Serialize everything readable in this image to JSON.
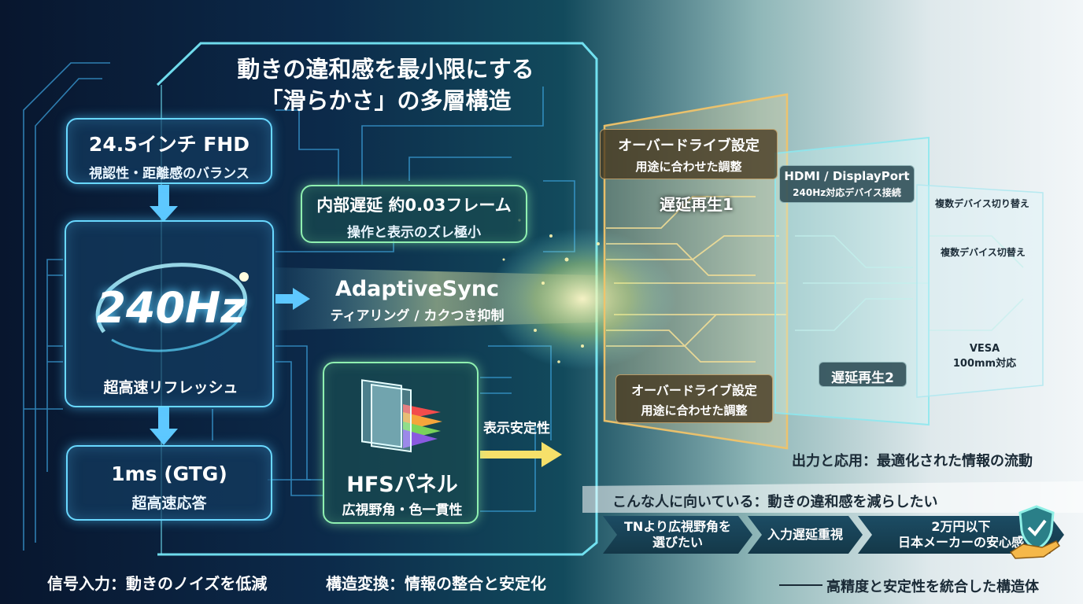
{
  "title": {
    "line1": "動きの違和感を最小限にする",
    "line2": "「滑らかさ」の多層構造"
  },
  "boxes": {
    "display_size": {
      "title": "24.5インチ FHD",
      "subtitle": "視認性・距離感のバランス"
    },
    "refresh": {
      "value": "240Hz",
      "subtitle": "超高速リフレッシュ"
    },
    "response": {
      "title": "1ms (GTG)",
      "subtitle": "超高速応答"
    },
    "latency": {
      "title": "内部遅延 約0.03フレーム",
      "subtitle": "操作と表示のズレ極小"
    },
    "adaptive_sync": {
      "title": "AdaptiveSync",
      "subtitle": "ティアリング / カクつき抑制"
    },
    "panel": {
      "title": "HFSパネル",
      "subtitle": "広視野角・色一貫性"
    },
    "stability": "表示安定性"
  },
  "output_panels": {
    "overdrive_top": {
      "title": "オーバードライブ設定",
      "subtitle": "用途に合わせた調整"
    },
    "playback1": "遅延再生1",
    "overdrive_bottom": {
      "title": "オーバードライブ設定",
      "subtitle": "用途に合わせた調整"
    },
    "connect": {
      "title": "HDMI / DisplayPort",
      "subtitle": "240Hz対応デバイス接続"
    },
    "playback2": "遅延再生2",
    "switch1": "複数デバイス切り替え",
    "switch2": "複数デバイス切替え",
    "vesa": {
      "line1": "VESA",
      "line2": "100mm対応"
    }
  },
  "sections": {
    "input": "信号入力：動きのノイズを低減",
    "transform": "構造変換：情報の整合と安定化",
    "output": "出力と応用：最適化された情報の流動",
    "integrated": "高精度と安定性を統合した構造体"
  },
  "target": {
    "heading": "こんな人に向いている：動きの違和感を減らしたい",
    "items": [
      "TNより広視野角を\n選びたい",
      "入力遅延重視",
      "2万円以下\n日本メーカーの安心感"
    ]
  },
  "icons": [
    "shield-check-icon",
    "hand-icon",
    "panel-layers-icon"
  ],
  "colors": {
    "accent_cyan": "#69d8ff",
    "accent_green": "#8ff0b0",
    "accent_gold": "#f2c46a",
    "dark_text": "#1a2a36"
  }
}
